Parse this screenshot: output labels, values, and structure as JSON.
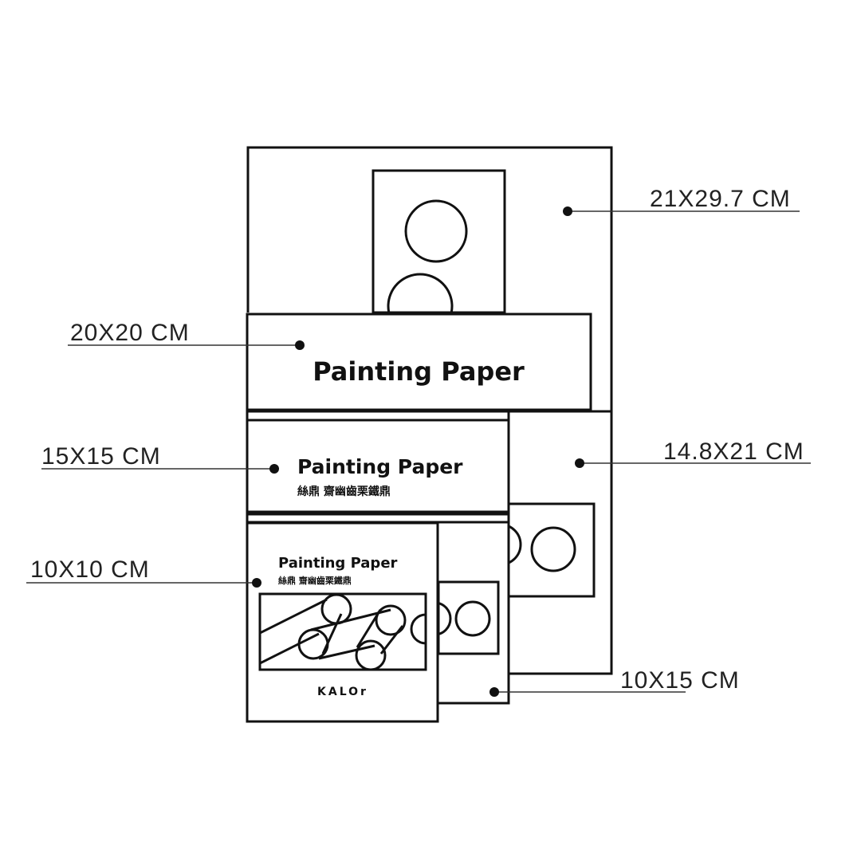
{
  "product": {
    "title": "Painting Paper",
    "subtitle_cn": "絲鼎 齋幽齒栗鐵鼎",
    "brand": "KALOr"
  },
  "sizes": [
    {
      "label": "21X29.7 CM"
    },
    {
      "label": "20X20 CM"
    },
    {
      "label": "15X15 CM"
    },
    {
      "label": "14.8X21 CM"
    },
    {
      "label": "10X10 CM"
    },
    {
      "label": "10X15 CM"
    }
  ],
  "colors": {
    "line": "#111111",
    "background": "#ffffff"
  }
}
